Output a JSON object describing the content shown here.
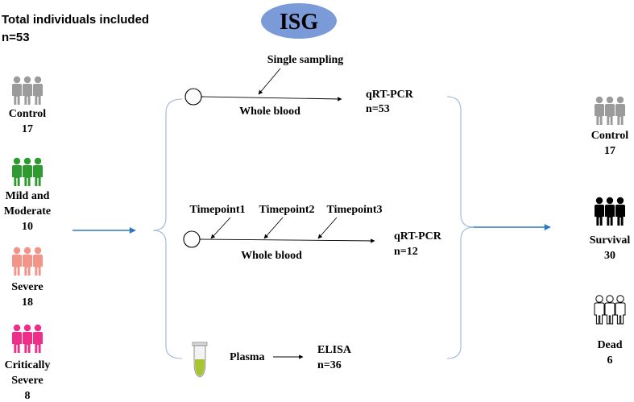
{
  "title": "Total individuals included",
  "total_n": "n=53",
  "badge": "ISG",
  "colors": {
    "badge": "#7a9ad8",
    "control": "#9b9b9b",
    "mild": "#2f9a2f",
    "severe": "#f39488",
    "critical": "#ee2e88",
    "survival": "#000000",
    "dead": "#ffffff",
    "bracket": "#9ab5de",
    "flow_arrow": "#2e78c2",
    "tube_liquid": "#a9c432"
  },
  "groups_in": [
    {
      "label_lines": [
        "Control"
      ],
      "count": "17",
      "color_key": "control",
      "icon": "people-icon"
    },
    {
      "label_lines": [
        "Mild and",
        "Moderate"
      ],
      "count": "10",
      "color_key": "mild",
      "icon": "people-icon"
    },
    {
      "label_lines": [
        "Severe"
      ],
      "count": "18",
      "color_key": "severe",
      "icon": "people-icon"
    },
    {
      "label_lines": [
        "Critically",
        "Severe"
      ],
      "count": "8",
      "color_key": "critical",
      "icon": "people-icon"
    }
  ],
  "groups_out": [
    {
      "label": "Control",
      "count": "17",
      "color_key": "control",
      "icon": "people-icon"
    },
    {
      "label": "Survival",
      "count": "30",
      "color_key": "survival",
      "icon": "people-icon"
    },
    {
      "label": "Dead",
      "count": "6",
      "color_key": "dead",
      "icon": "people-outline-icon"
    }
  ],
  "branch1": {
    "note": "Single sampling",
    "sample": "Whole blood",
    "assay": "qRT-PCR",
    "n": "n=53"
  },
  "branch2": {
    "timepoints": [
      "Timepoint1",
      "Timepoint2",
      "Timepoint3"
    ],
    "sample": "Whole blood",
    "assay": "qRT-PCR",
    "n": "n=12"
  },
  "branch3": {
    "sample": "Plasma",
    "assay": "ELISA",
    "n": "n=36"
  }
}
